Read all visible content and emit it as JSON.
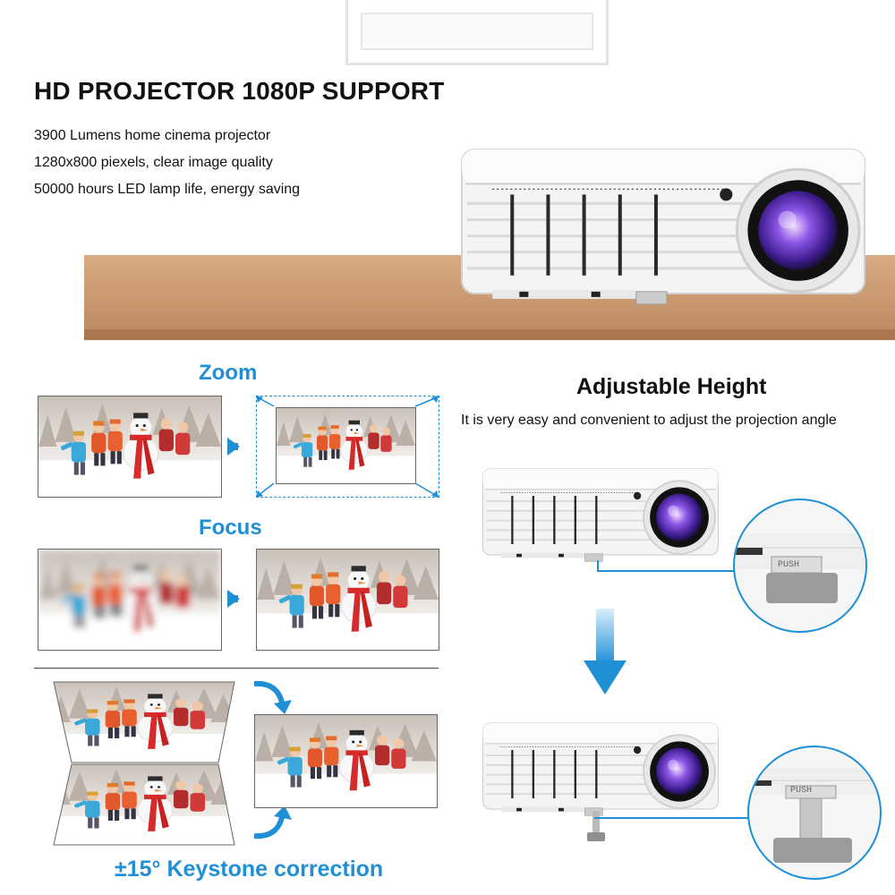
{
  "headline": "HD PROJECTOR 1080P SUPPORT",
  "features": [
    "3900 Lumens home cinema projector",
    "1280x800 piexels, clear image quality",
    "50000 hours LED lamp life, energy saving"
  ],
  "zoom_label": "Zoom",
  "focus_label": "Focus",
  "keystone_label": "±15° Keystone correction",
  "adjustable": {
    "title": "Adjustable Height",
    "description": "It is very easy and convenient to adjust the projection angle",
    "push_label": "PUSH"
  },
  "colors": {
    "accent_blue": "#1f8fd6",
    "desk": "#c9986f",
    "lens_purple": "#6a3fd0"
  }
}
